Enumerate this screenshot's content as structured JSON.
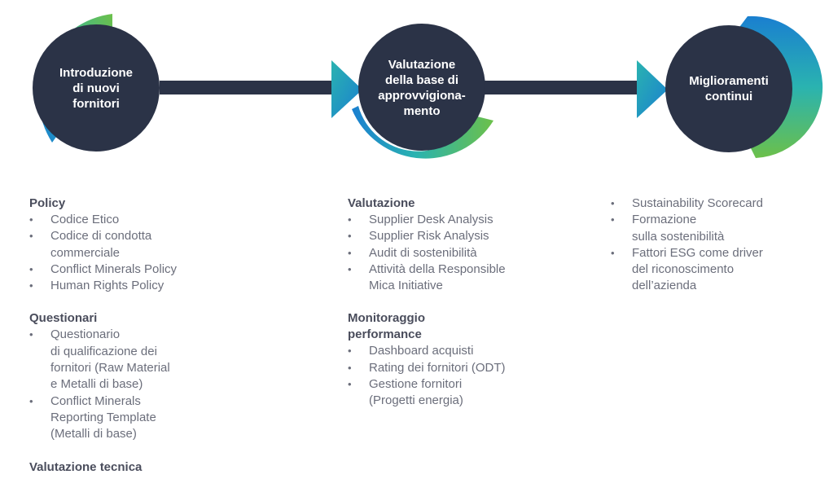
{
  "colors": {
    "node_fill": "#2b3347",
    "connector": "#2b3347",
    "gradient_start": "#1a7fd0",
    "gradient_mid": "#2ab3b0",
    "gradient_end": "#6cc04a",
    "heading_text": "#4a4d5c",
    "body_text": "#6b6e7b"
  },
  "stages": [
    {
      "label": "Introduzione\ndi nuovi\nfornitori"
    },
    {
      "label": "Valutazione\ndella base di\napprovvigiona-\nmento"
    },
    {
      "label": "Miglioramenti\ncontinui"
    }
  ],
  "columns": [
    {
      "sections": [
        {
          "title": "Policy",
          "items": [
            "Codice Etico",
            "Codice di condotta\ncommerciale",
            "Conflict Minerals Policy",
            "Human Rights Policy"
          ]
        },
        {
          "title": "Questionari",
          "items": [
            "Questionario\ndi qualificazione dei\nfornitori (Raw Material\ne Metalli di base)",
            "Conflict Minerals\nReporting Template\n(Metalli di base)"
          ]
        },
        {
          "title": "Valutazione tecnica",
          "items": []
        }
      ]
    },
    {
      "sections": [
        {
          "title": "Valutazione",
          "items": [
            "Supplier Desk Analysis",
            "Supplier Risk Analysis",
            "Audit di sostenibilità",
            "Attività della Responsible\nMica Initiative"
          ]
        },
        {
          "title": "Monitoraggio\nperformance",
          "items": [
            "Dashboard acquisti",
            "Rating dei fornitori (ODT)",
            "Gestione fornitori\n(Progetti energia)"
          ]
        }
      ]
    },
    {
      "sections": [
        {
          "title": "",
          "items": [
            "Sustainability Scorecard",
            "Formazione\nsulla sostenibilità",
            "Fattori ESG come driver\ndel riconoscimento\ndell’azienda"
          ]
        }
      ]
    }
  ]
}
